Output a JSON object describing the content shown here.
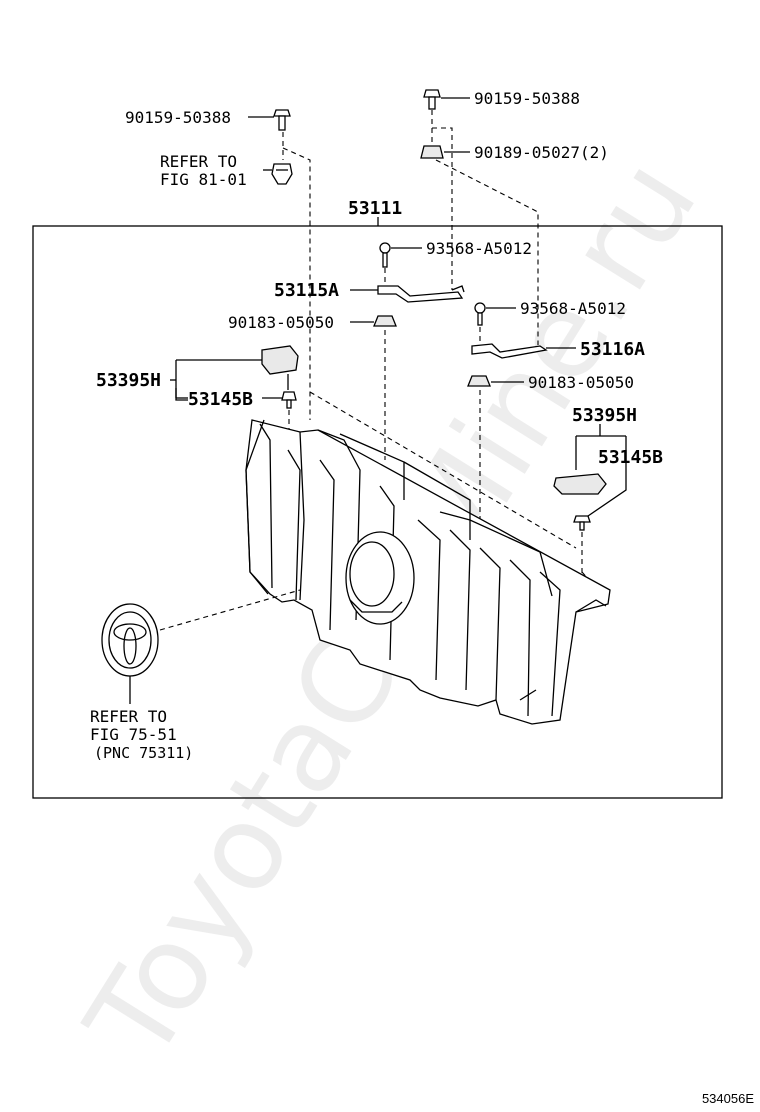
{
  "labels": {
    "bolt_top_left": "90159-50388",
    "bolt_top_right": "90159-50388",
    "clip_top_right": "90189-05027(2)",
    "refer_81_line1": "REFER TO",
    "refer_81_line2": "FIG 81-01",
    "grille_assy": "53111",
    "screw_1": "93568-A5012",
    "bracket_left": "53115A",
    "nut_left": "90183-05050",
    "screw_2": "93568-A5012",
    "bracket_right": "53116A",
    "nut_right": "90183-05050",
    "cover_left": "53395H",
    "clip_left": "53145B",
    "cover_right": "53395H",
    "clip_right": "53145B",
    "refer_75_line1": "REFER TO",
    "refer_75_line2": "FIG 75-51",
    "refer_75_line3": "(PNC 75311)"
  },
  "watermark": "ToyotaCarMine.ru",
  "figure_id": "534056E"
}
